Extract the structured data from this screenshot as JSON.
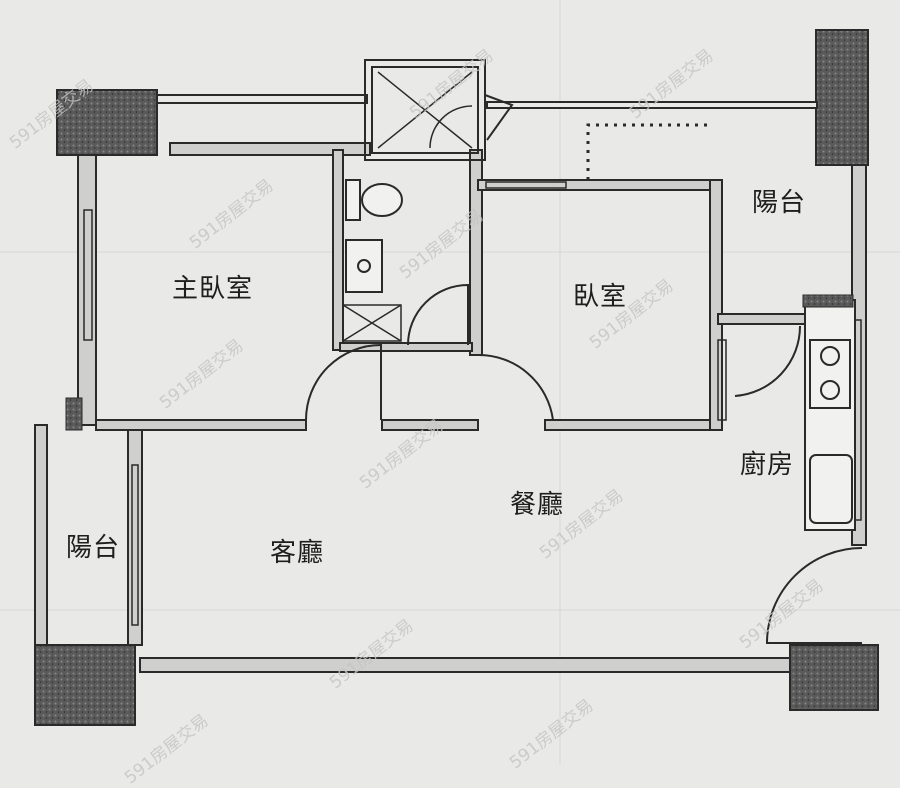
{
  "rooms": {
    "master_bedroom": "主臥室",
    "bedroom": "臥室",
    "balcony_right": "陽台",
    "balcony_left": "陽台",
    "kitchen": "廚房",
    "dining": "餐廳",
    "living": "客廳"
  },
  "watermark": "591房屋交易",
  "colors": {
    "paper": "#e9e9e7",
    "wall": "#4a4a4a",
    "column": "#5b5b5b",
    "line": "#2a2a2a"
  }
}
